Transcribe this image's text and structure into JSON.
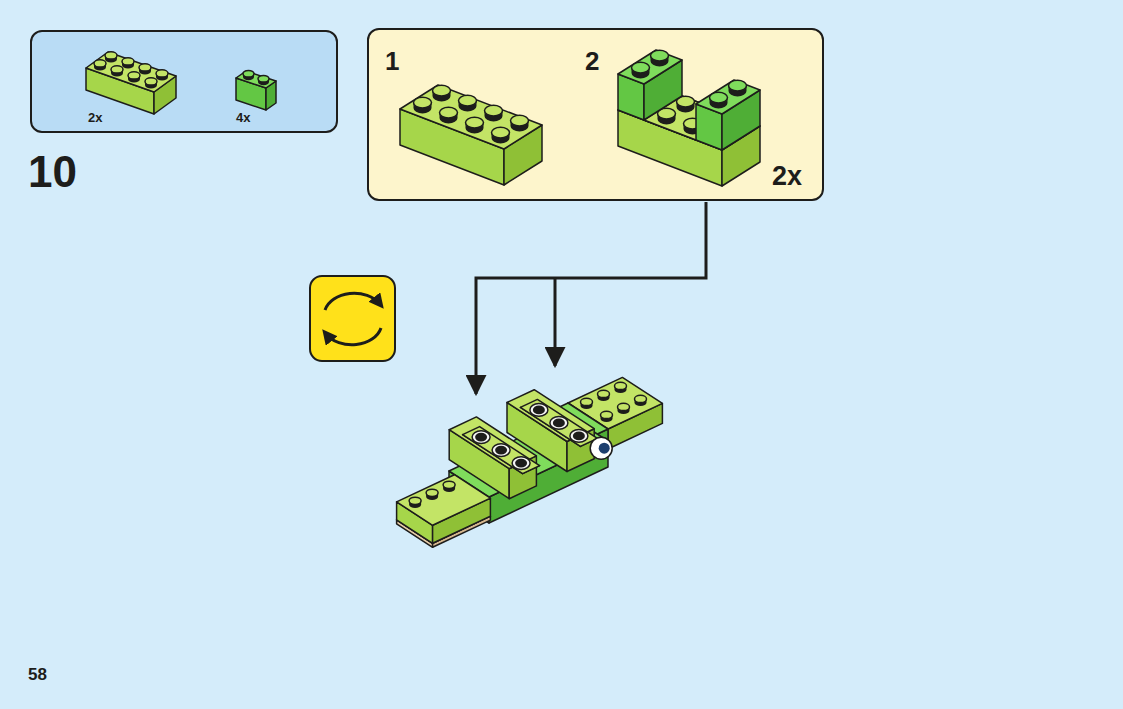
{
  "diagram": {
    "nodes": [
      {
        "text": [
          "2x",
          "4x"
        ]
      },
      {
        "text": [
          "1",
          "2",
          "2x"
        ]
      }
    ],
    "labels": [
      "10",
      "58"
    ]
  }
}
